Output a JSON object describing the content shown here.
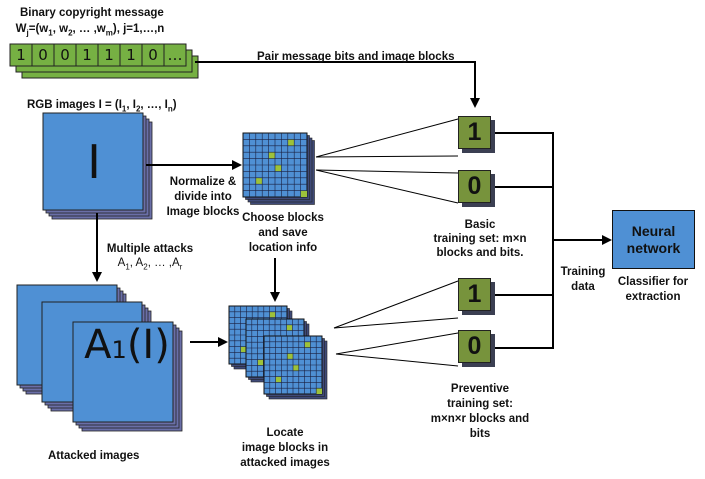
{
  "message": {
    "title": "Binary copyright message",
    "formula": "Wj=(w1, w2, … ,wm), j=1,…,n",
    "bits": [
      "1",
      "0",
      "0",
      "1",
      "1",
      "1",
      "0",
      "…"
    ]
  },
  "rgb_label": "RGB images I = (I1, I2, …, In)",
  "image_symbol": "I",
  "attacked_symbol": "A1(I)",
  "pair_label": "Pair message bits and image blocks",
  "normalize_label": [
    "Normalize &",
    "divide into",
    "Image blocks"
  ],
  "choose_label": [
    "Choose blocks",
    "and save",
    "location info"
  ],
  "attacks_label": [
    "Multiple attacks",
    "A1, A2, … ,Ar"
  ],
  "attacked_images_label": "Attacked images",
  "locate_label": [
    "Locate",
    "image blocks in",
    "attacked images"
  ],
  "basic_set": {
    "bits": [
      "1",
      "0"
    ],
    "label": [
      "Basic",
      "training set: m×n",
      "blocks and bits."
    ]
  },
  "preventive_set": {
    "bits": [
      "1",
      "0"
    ],
    "label": [
      "Preventive",
      "training set:",
      "m×n×r blocks and",
      "bits"
    ]
  },
  "training_data_label": [
    "Training",
    "data"
  ],
  "neural_network": {
    "label": [
      "Neural",
      "network"
    ],
    "caption": [
      "Classifier for",
      "extraction"
    ]
  },
  "colors": {
    "image_blue": "#4f90d4",
    "stack_purple": "#6a6fa8",
    "bit_green": "#77933c",
    "message_green": "#76b043",
    "highlight_block": "#9dc23a"
  }
}
